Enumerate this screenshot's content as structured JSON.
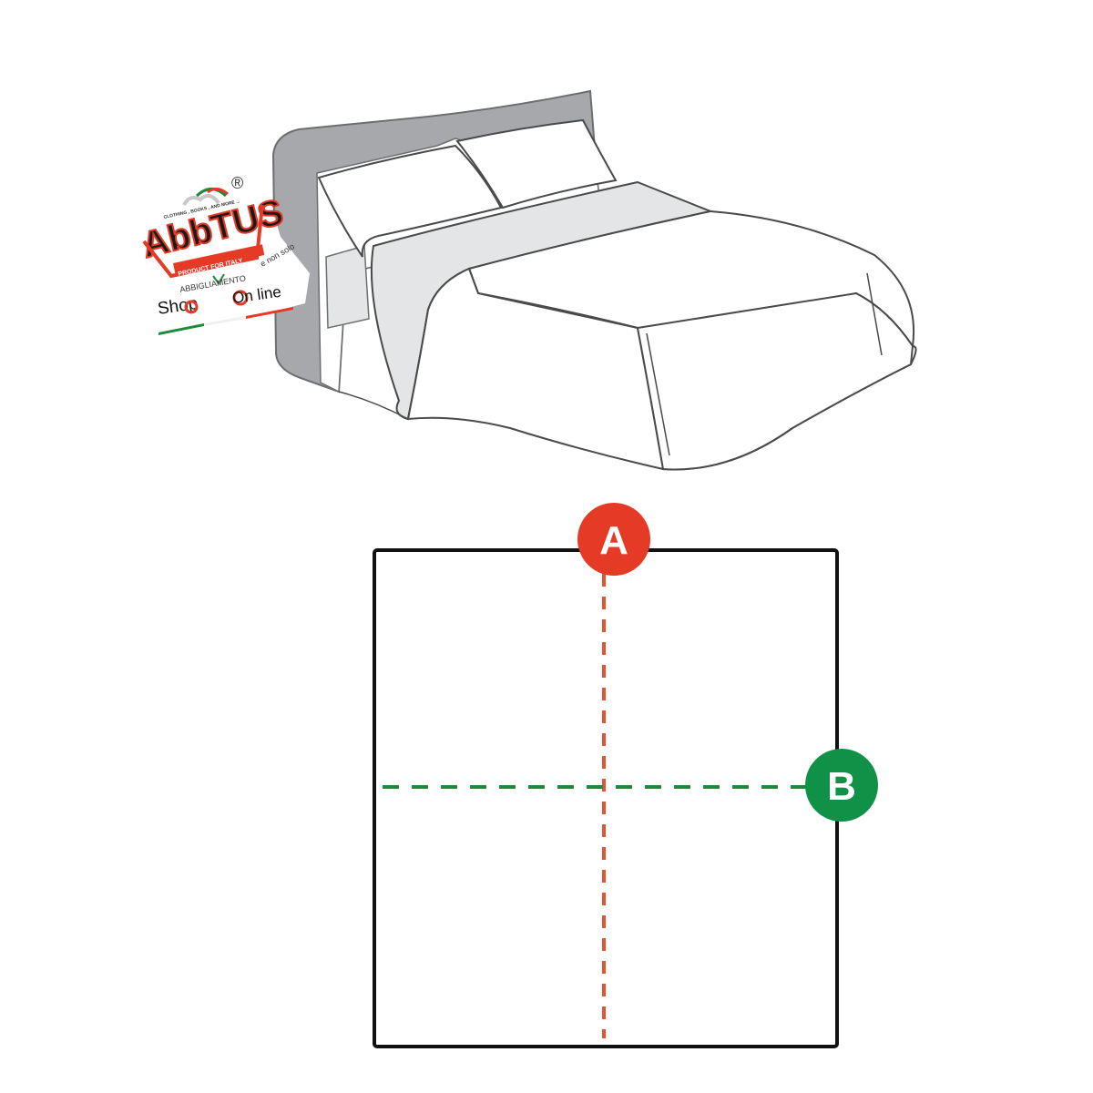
{
  "logo": {
    "brand": "AbbTUS",
    "registered_mark": "®",
    "tagline_top": "CLOTHING , BOOKS , AND MORE ...",
    "tagline_red": "PRODUCT FOR ITALY",
    "subtitle": "ABBIGLIAMENTO",
    "side_note": "e non solo",
    "shop_word": "Shop",
    "online_word": "On line"
  },
  "diagram": {
    "marker_a": {
      "label": "A",
      "color": "#e43a26",
      "line_color": "#e8532f"
    },
    "marker_b": {
      "label": "B",
      "color": "#0f9147",
      "line_color": "#1e8a3a"
    },
    "outline_color": "#111111"
  },
  "colors": {
    "headboard": "#a7a8ab",
    "sheet_fold": "#e4e5e6",
    "outline": "#3a3a3a"
  }
}
